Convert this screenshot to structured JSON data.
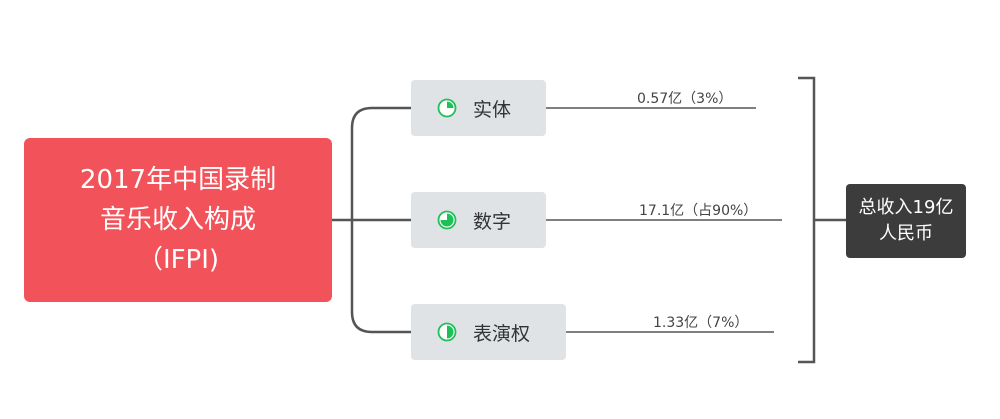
{
  "root": {
    "label": "2017年中国录制音乐收入构成（IFPI)"
  },
  "branches": [
    {
      "label": "实体",
      "value_text": "0.57亿（3%）",
      "share": 0.03,
      "icon": "pie-icon"
    },
    {
      "label": "数字",
      "value_text": "17.1亿（占90%）",
      "share": 0.9,
      "icon": "pie-icon"
    },
    {
      "label": "表演权",
      "value_text": "1.33亿（7%）",
      "share": 0.07,
      "icon": "pie-icon"
    }
  ],
  "summary": {
    "label": "总收入19亿人民币"
  },
  "colors": {
    "root": "#f2535a",
    "branch": "#e0e3e6",
    "summary": "#3c3c3c",
    "pie": "#1fbf5a",
    "line": "#555555"
  }
}
